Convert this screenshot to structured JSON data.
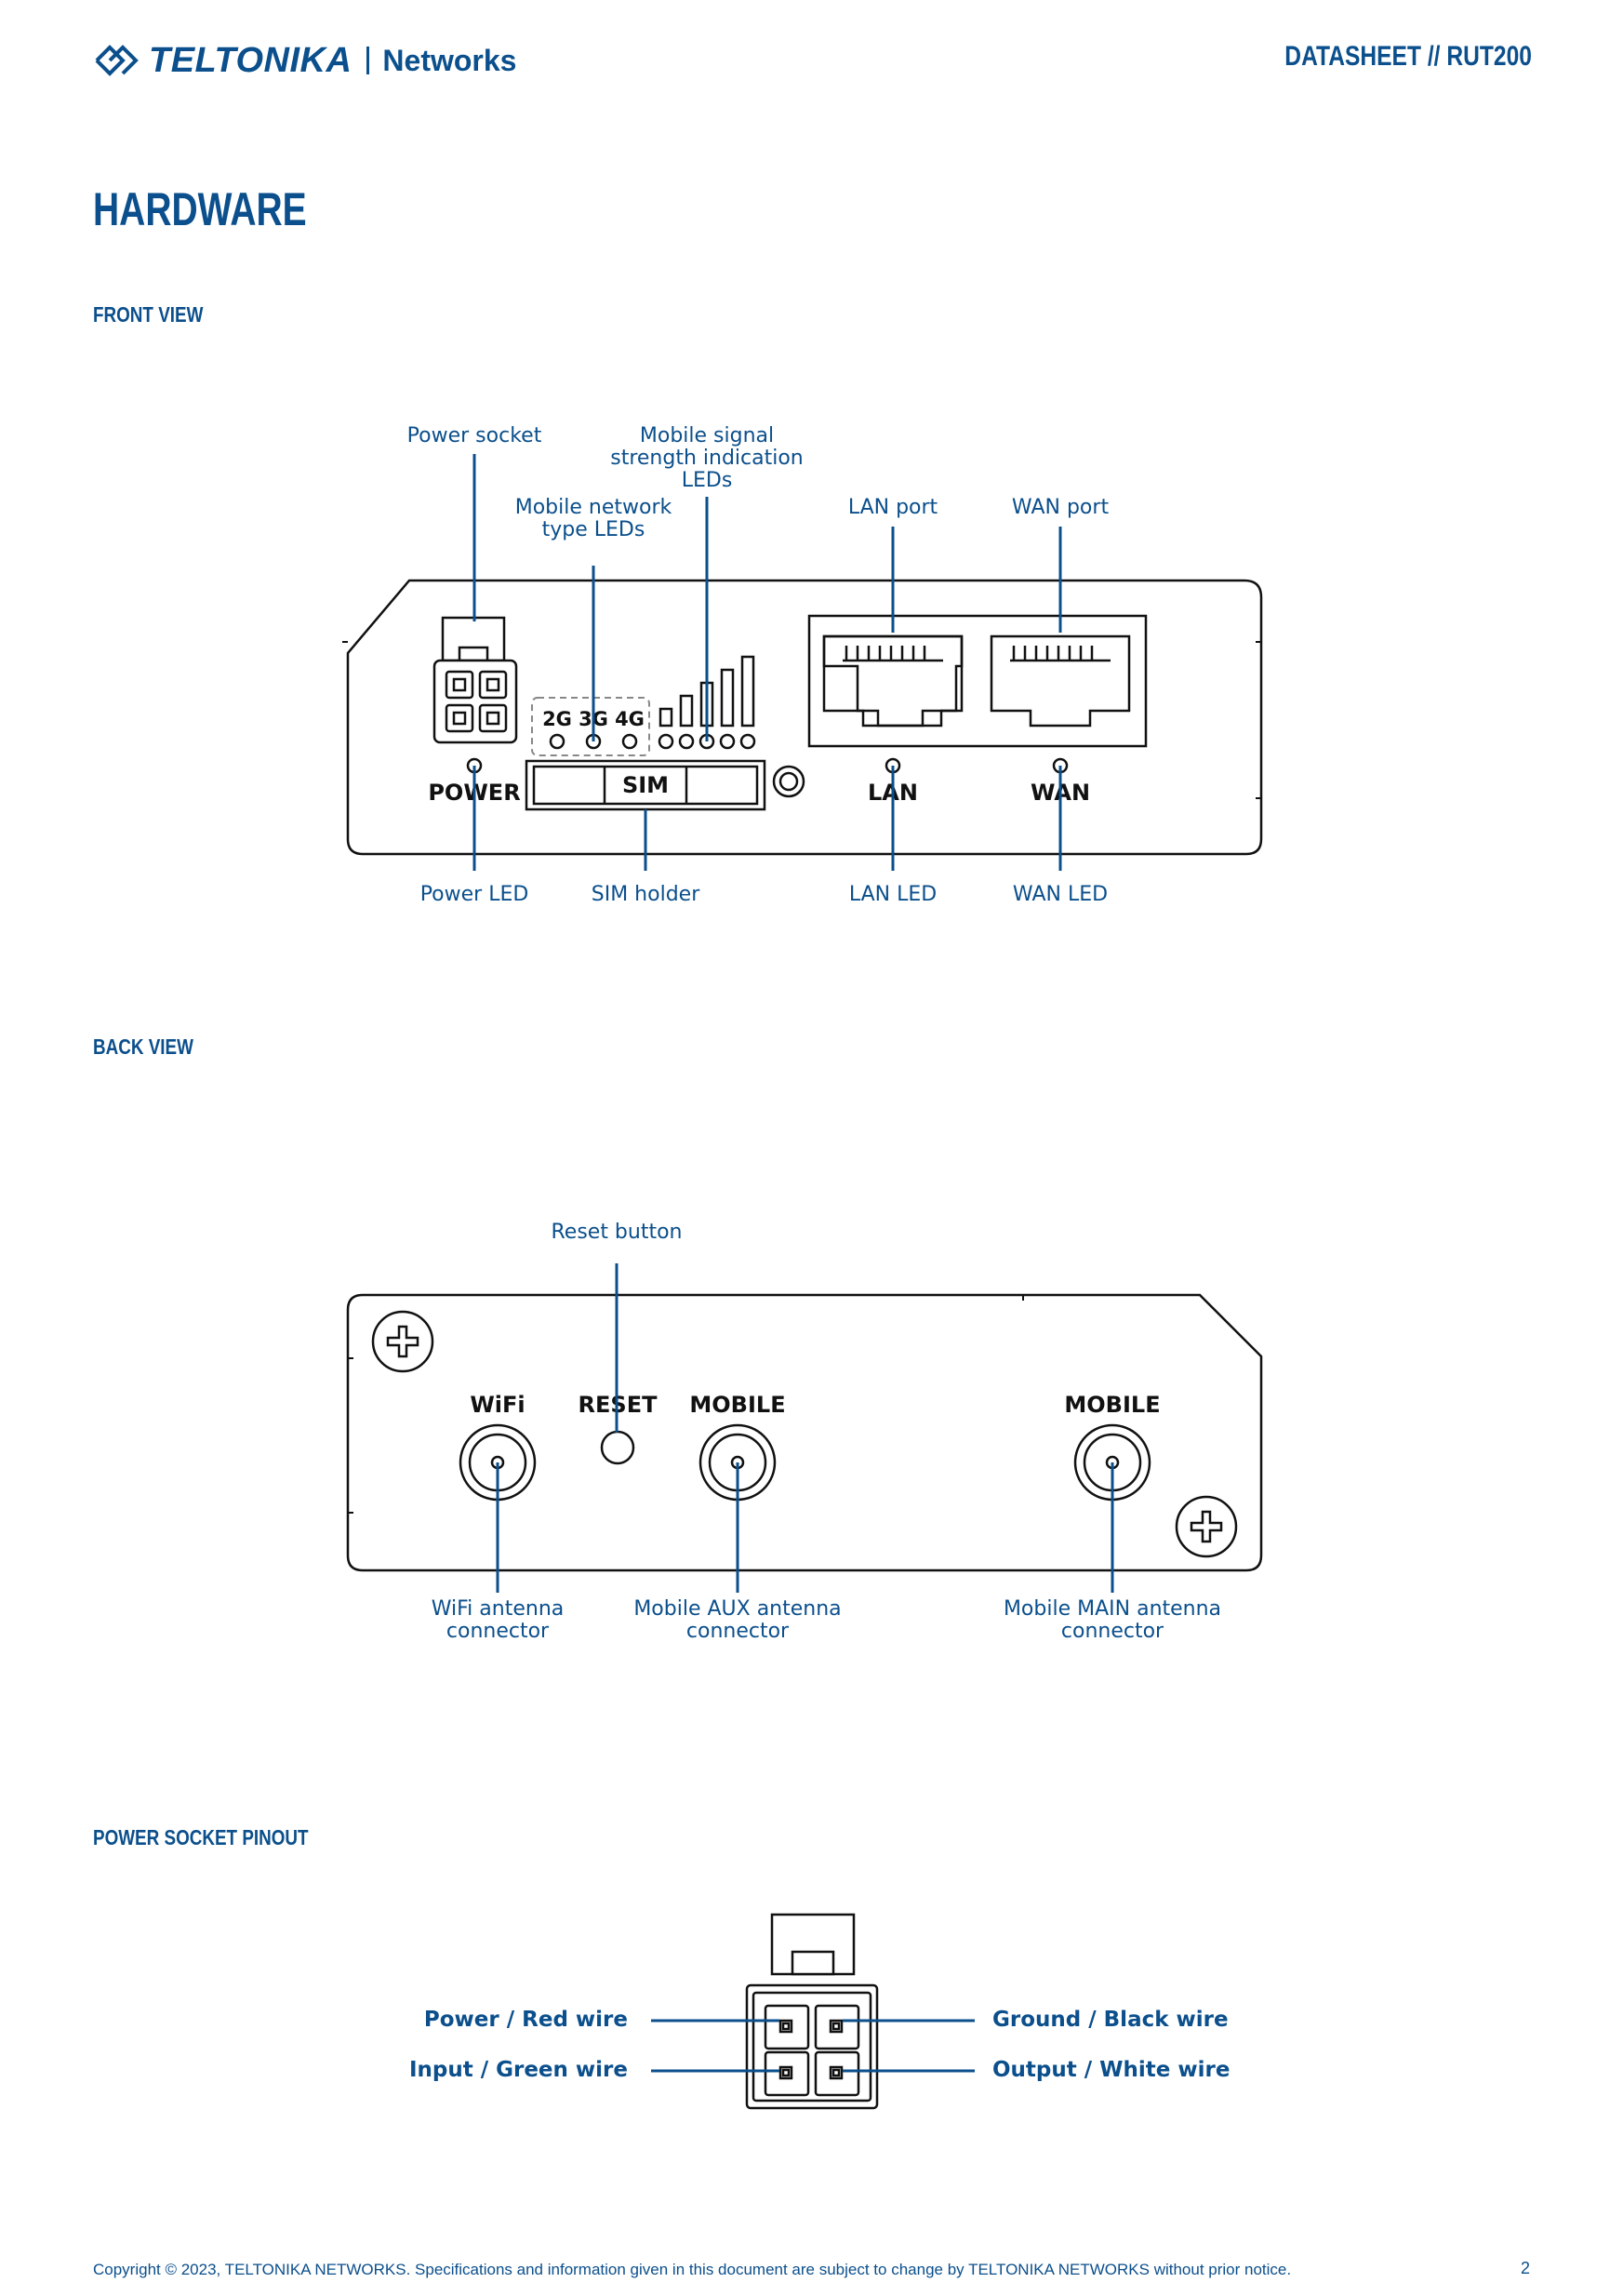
{
  "header": {
    "brand": "TELTONIKA",
    "brand_suffix": "Networks",
    "doc_title": "DATASHEET // RUT200"
  },
  "section_title": "HARDWARE",
  "front_view": {
    "title": "FRONT VIEW",
    "callouts": {
      "power_socket": "Power socket",
      "mobile_signal": "Mobile signal\nstrength indication\nLEDs",
      "network_type": "Mobile network\ntype LEDs",
      "lan_port": "LAN port",
      "wan_port": "WAN port",
      "power_led": "Power LED",
      "sim_holder": "SIM holder",
      "lan_led": "LAN LED",
      "wan_led": "WAN LED"
    },
    "panel": {
      "led_2g": "2G",
      "led_3g": "3G",
      "led_4g": "4G",
      "power": "POWER",
      "sim": "SIM",
      "lan": "LAN",
      "wan": "WAN"
    }
  },
  "back_view": {
    "title": "BACK VIEW",
    "callouts": {
      "reset_button": "Reset button",
      "wifi_antenna": "WiFi antenna\nconnector",
      "aux_antenna": "Mobile AUX antenna\nconnector",
      "main_antenna": "Mobile MAIN antenna\nconnector"
    },
    "panel": {
      "wifi": "WiFi",
      "reset": "RESET",
      "mobile_aux": "MOBILE",
      "mobile_main": "MOBILE"
    }
  },
  "pinout": {
    "title": "POWER SOCKET PINOUT",
    "power": "Power / Red wire",
    "ground": "Ground / Black wire",
    "input": "Input / Green wire",
    "output": "Output / White wire"
  },
  "footer": {
    "copyright": "Copyright © 2023, TELTONIKA NETWORKS. Specifications and information given in this document are subject to change by TELTONIKA NETWORKS without prior notice.",
    "page": "2"
  },
  "colors": {
    "brand": "#0b4f8c",
    "outline": "#111111"
  }
}
